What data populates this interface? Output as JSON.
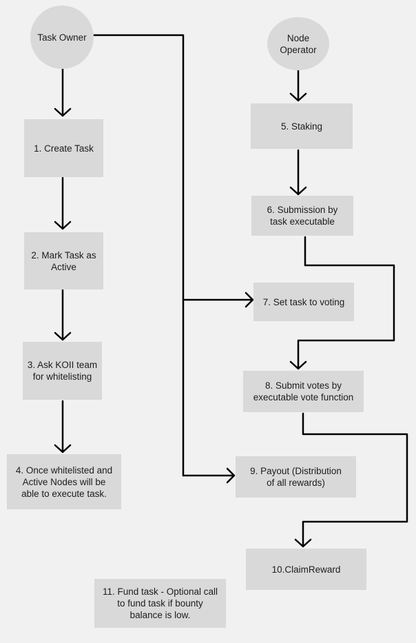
{
  "nodes": {
    "task_owner": [
      "Task Owner"
    ],
    "node_operator": [
      "Node",
      "Operator"
    ],
    "create_task": [
      "1. Create Task"
    ],
    "mark_active": [
      "2. Mark Task as",
      "Active"
    ],
    "ask_koii": [
      "3. Ask KOII team",
      "for whitelisting"
    ],
    "once_whitelisted": [
      "4. Once whitelisted and",
      "Active Nodes will be",
      "able to execute task."
    ],
    "staking": [
      "5. Staking"
    ],
    "submission": [
      "6. Submission by",
      "task executable"
    ],
    "set_voting": [
      "7. Set task to voting"
    ],
    "submit_votes": [
      "8. Submit votes by",
      "executable vote function"
    ],
    "payout": [
      "9. Payout (Distribution",
      "of all rewards)"
    ],
    "claim_reward": [
      "10.ClaimReward"
    ],
    "fund_task": [
      "11. Fund task - Optional call",
      "to fund task if bounty",
      "balance is low."
    ]
  },
  "colors": {
    "background": "#f1f1f1",
    "box_fill": "#d9d9d9",
    "text": "#1c1c1c",
    "connector": "#000000"
  }
}
